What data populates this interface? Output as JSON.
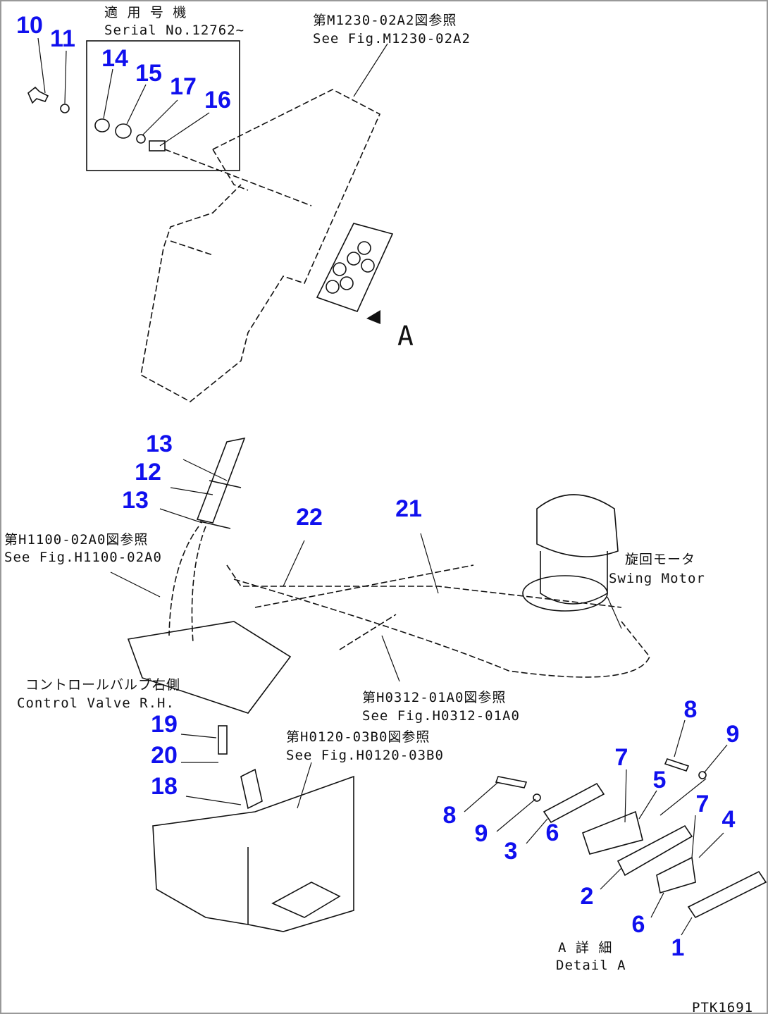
{
  "notes": {
    "serial_jp": "適 用 号 機",
    "serial_en": "Serial No.12762~",
    "ref_m1230_jp": "第M1230-02A2図参照",
    "ref_m1230_en": "See Fig.M1230-02A2",
    "view_a": "A",
    "ref_h1100_jp": "第H1100-02A0図参照",
    "ref_h1100_en": "See Fig.H1100-02A0",
    "swing_motor_jp": "旋回モータ",
    "swing_motor_en": "Swing Motor",
    "control_valve_jp": "コントロールバルブ右側",
    "control_valve_en": "Control Valve R.H.",
    "ref_h0312_jp": "第H0312-01A0図参照",
    "ref_h0312_en": "See Fig.H0312-01A0",
    "ref_h0120_jp": "第H0120-03B0図参照",
    "ref_h0120_en": "See Fig.H0120-03B0",
    "detail_jp": "A 詳 細",
    "detail_en": "Detail A",
    "drawing_id": "PTK1691"
  },
  "callouts": [
    "10",
    "11",
    "14",
    "15",
    "17",
    "16",
    "13",
    "12",
    "13",
    "22",
    "21",
    "19",
    "20",
    "18",
    "8",
    "9",
    "7",
    "5",
    "7",
    "4",
    "8",
    "9",
    "3",
    "6",
    "2",
    "6",
    "1"
  ],
  "colors": {
    "callout": "#1010ee",
    "line": "#111111"
  }
}
